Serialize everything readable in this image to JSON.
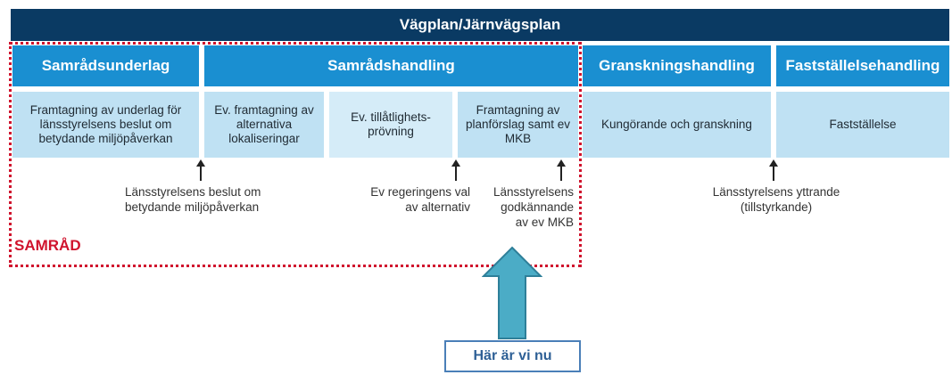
{
  "title": "Vägplan/Järnvägsplan",
  "headers": {
    "samradsunderlag": "Samrådsunderlag",
    "samradshandling": "Samrådshandling",
    "granskningshandling": "Granskningshandling",
    "faststallelsehandling": "Fastställelsehandling"
  },
  "steps": {
    "s1": "Framtagning av underlag för länsstyrelsens beslut om betydande miljöpåverkan",
    "s2": "Ev. framtagning av alternativa lokaliseringar",
    "s3": "Ev. tillåtlighets-prövning",
    "s4": "Framtagning av planförslag samt ev MKB",
    "s5": "Kungörande och granskning",
    "s6": "Fastställelse"
  },
  "notes": {
    "n1_line1": "Länsstyrelsens beslut om",
    "n1_line2": "betydande miljöpåverkan",
    "n2_line1": "Ev regeringens val",
    "n2_line2": "av alternativ",
    "n3_line1": "Länsstyrelsens",
    "n3_line2": "godkännande",
    "n3_line3": "av ev MKB",
    "n4_line1": "Länsstyrelsens yttrande",
    "n4_line2": "(tillstyrkande)"
  },
  "samrad_label": "SAMRÅD",
  "here_label": "Här är vi nu",
  "colors": {
    "title_bg": "#0a3a63",
    "header_bg": "#1a8fd1",
    "step_bg": "#bfe1f3",
    "samrad_red": "#d0132d",
    "pointer_arrow": "#4bacc6"
  }
}
